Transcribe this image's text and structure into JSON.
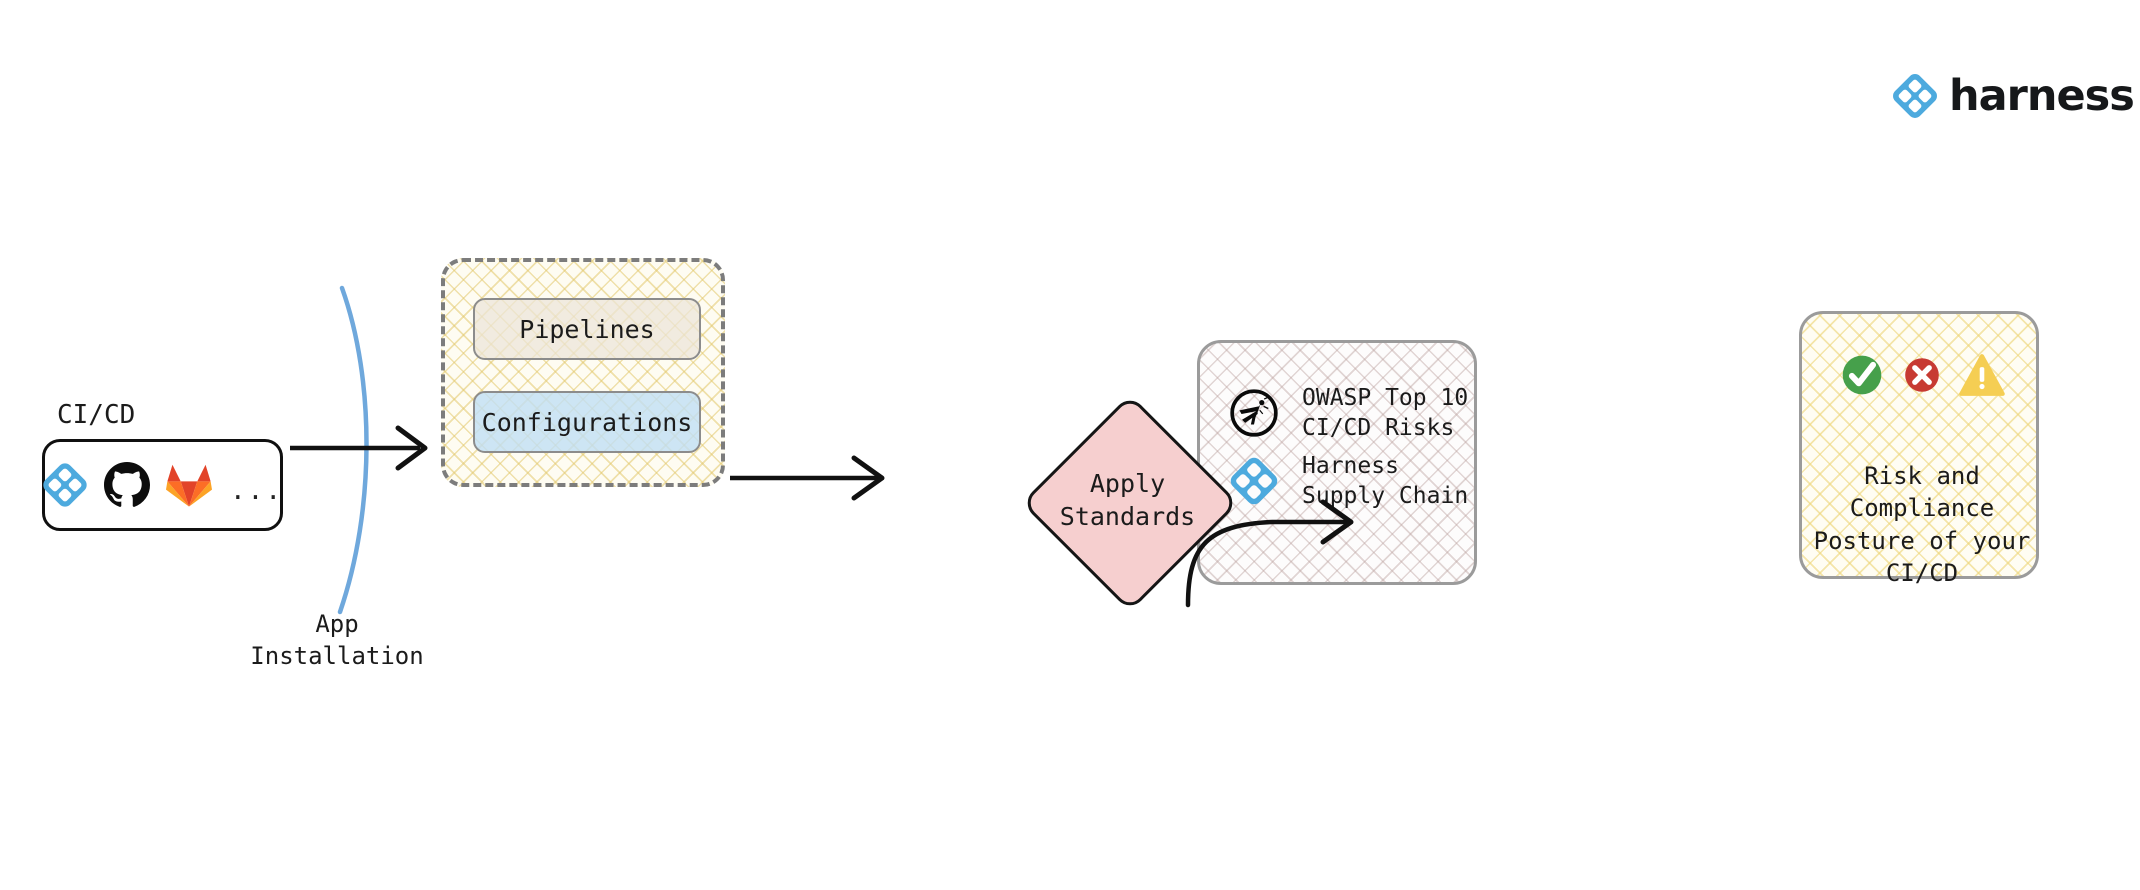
{
  "brand": {
    "logo_icon": "harness-diamond-icon",
    "wordmark": "harness",
    "accent_color": "#4DAADE"
  },
  "flow": {
    "cicd": {
      "label": "CI/CD",
      "tools": [
        {
          "name": "harness-icon",
          "title": "Harness"
        },
        {
          "name": "github-icon",
          "title": "GitHub"
        },
        {
          "name": "gitlab-icon",
          "title": "GitLab"
        }
      ],
      "more": "..."
    },
    "app_installation_label": "App\nInstallation",
    "artifacts": {
      "cards": [
        {
          "label": "Pipelines",
          "color": "#EBE4D8"
        },
        {
          "label": "Configurations",
          "color": "#C0DEF4"
        }
      ]
    },
    "standards": {
      "items": [
        {
          "icon": "owasp-icon",
          "text": "OWASP Top 10\nCI/CD Risks"
        },
        {
          "icon": "harness-icon",
          "text": "Harness\nSupply Chain"
        }
      ]
    },
    "apply": {
      "label": "Apply\nStandards",
      "fill_color": "#F6CFCF"
    },
    "outcome": {
      "status_icons": [
        {
          "name": "check-circle-icon",
          "color": "#46A04B"
        },
        {
          "name": "x-circle-icon",
          "color": "#C73A32"
        },
        {
          "name": "warning-triangle-icon",
          "color": "#F5CE53"
        }
      ],
      "text": "Risk and Compliance\nPosture of your\nCI/CD"
    },
    "connectors": {
      "membrane_color": "#6FA8DC",
      "arrow_color": "#111111"
    }
  }
}
